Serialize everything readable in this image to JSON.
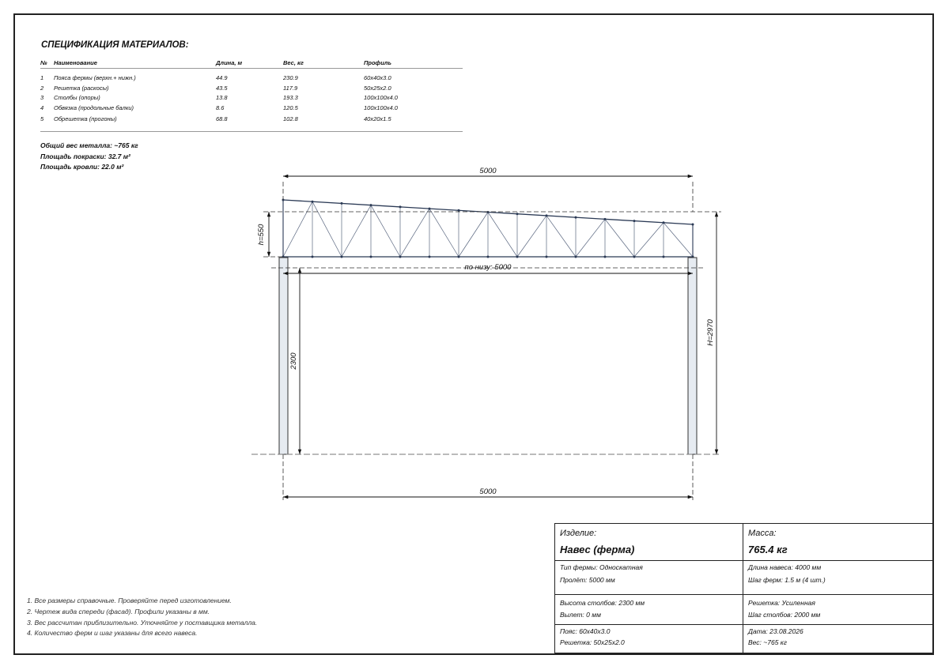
{
  "spec": {
    "title": "СПЕЦИФИКАЦИЯ МАТЕРИАЛОВ:",
    "columns": [
      "№",
      "Наименование",
      "Длина, м",
      "Вес, кг",
      "Профиль"
    ],
    "rows": [
      [
        "1",
        "Пояса фермы (верхн.+ нижн.)",
        "44.9",
        "230.9",
        "60x40x3.0"
      ],
      [
        "2",
        "Решетка (раскосы)",
        "43.5",
        "117.9",
        "50x25x2.0"
      ],
      [
        "3",
        "Столбы (опоры)",
        "13.8",
        "193.3",
        "100x100x4.0"
      ],
      [
        "4",
        "Обвязка (продольные балки)",
        "8.6",
        "120.5",
        "100x100x4.0"
      ],
      [
        "5",
        "Обрешетка (прогоны)",
        "68.8",
        "102.8",
        "40x20x1.5"
      ]
    ],
    "total_weight": "Общий вес металла: ~765 кг",
    "paint_area": "Площадь покраски: 32.7 м²",
    "roof_area": "Площадь кровли: 22.0 м²"
  },
  "drawing": {
    "dim_top": "5000",
    "dim_bottom_chord": "по низу: 5000",
    "dim_truss_height": "h=550",
    "dim_post_height": "2300",
    "dim_total_height": "H=2970",
    "dim_base": "5000"
  },
  "notes": [
    "1. Все размеры справочные. Проверяйте перед изготовлением.",
    "2. Чертеж вида спереди (фасад). Профили указаны в мм.",
    "3. Вес рассчитан приблизительно. Уточняйте у поставщика металла.",
    "4. Количество ферм и шаг указаны для всего навеса."
  ],
  "title_block": {
    "product_label": "Изделие:",
    "product_name": "Навес (ферма)",
    "mass_label": "Масса:",
    "mass_value": "765.4 кг",
    "truss_type": "Тип фермы: Односкатная",
    "span": "Пролёт: 5000 мм",
    "length": "Длина навеса: 4000 мм",
    "truss_step": "Шаг ферм: 1.5 м (4 шт.)",
    "post_height": "Высота столбов: 2300 мм",
    "overhang": "Вылет: 0 мм",
    "lattice": "Решетка: Усиленная",
    "post_step": "Шаг столбов: 2000 мм",
    "chord": "Пояс: 60x40x3.0",
    "lattice_profile": "Решетка: 50x25x2.0",
    "date": "Дата: 23.08.2026",
    "weight": "Вес: ~765 кг"
  }
}
